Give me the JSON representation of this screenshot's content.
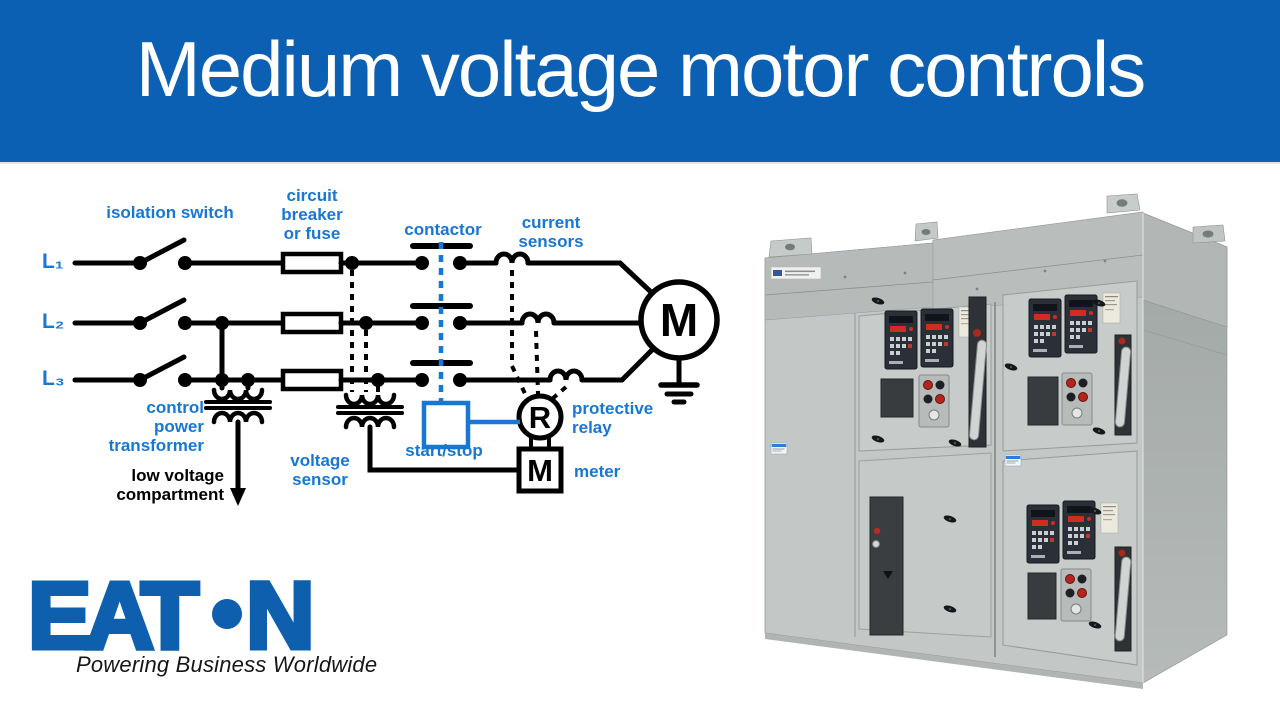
{
  "header": {
    "title": "Medium voltage motor controls"
  },
  "colors": {
    "banner_blue": "#0b60b3",
    "diagram_label_blue": "#1777d3",
    "diagram_black": "#000000",
    "logo_blue": "#0e5fae"
  },
  "diagram": {
    "phases": [
      "L₁",
      "L₂",
      "L₃"
    ],
    "labels": {
      "isolation_switch": "isolation switch",
      "circuit_breaker": "circuit breaker or fuse",
      "contactor": "contactor",
      "current_sensors": "current sensors",
      "control_power_transformer": "control power transformer",
      "low_voltage_compartment": "low voltage compartment",
      "voltage_sensor": "voltage sensor",
      "start_stop": "start/stop",
      "protective_relay": "protective relay",
      "meter": "meter"
    },
    "symbols": {
      "motor": "M",
      "relay": "R",
      "meter": "M"
    }
  },
  "brand": {
    "logo_left": "EAT",
    "logo_right": "N",
    "tagline": "Powering Business Worldwide"
  }
}
